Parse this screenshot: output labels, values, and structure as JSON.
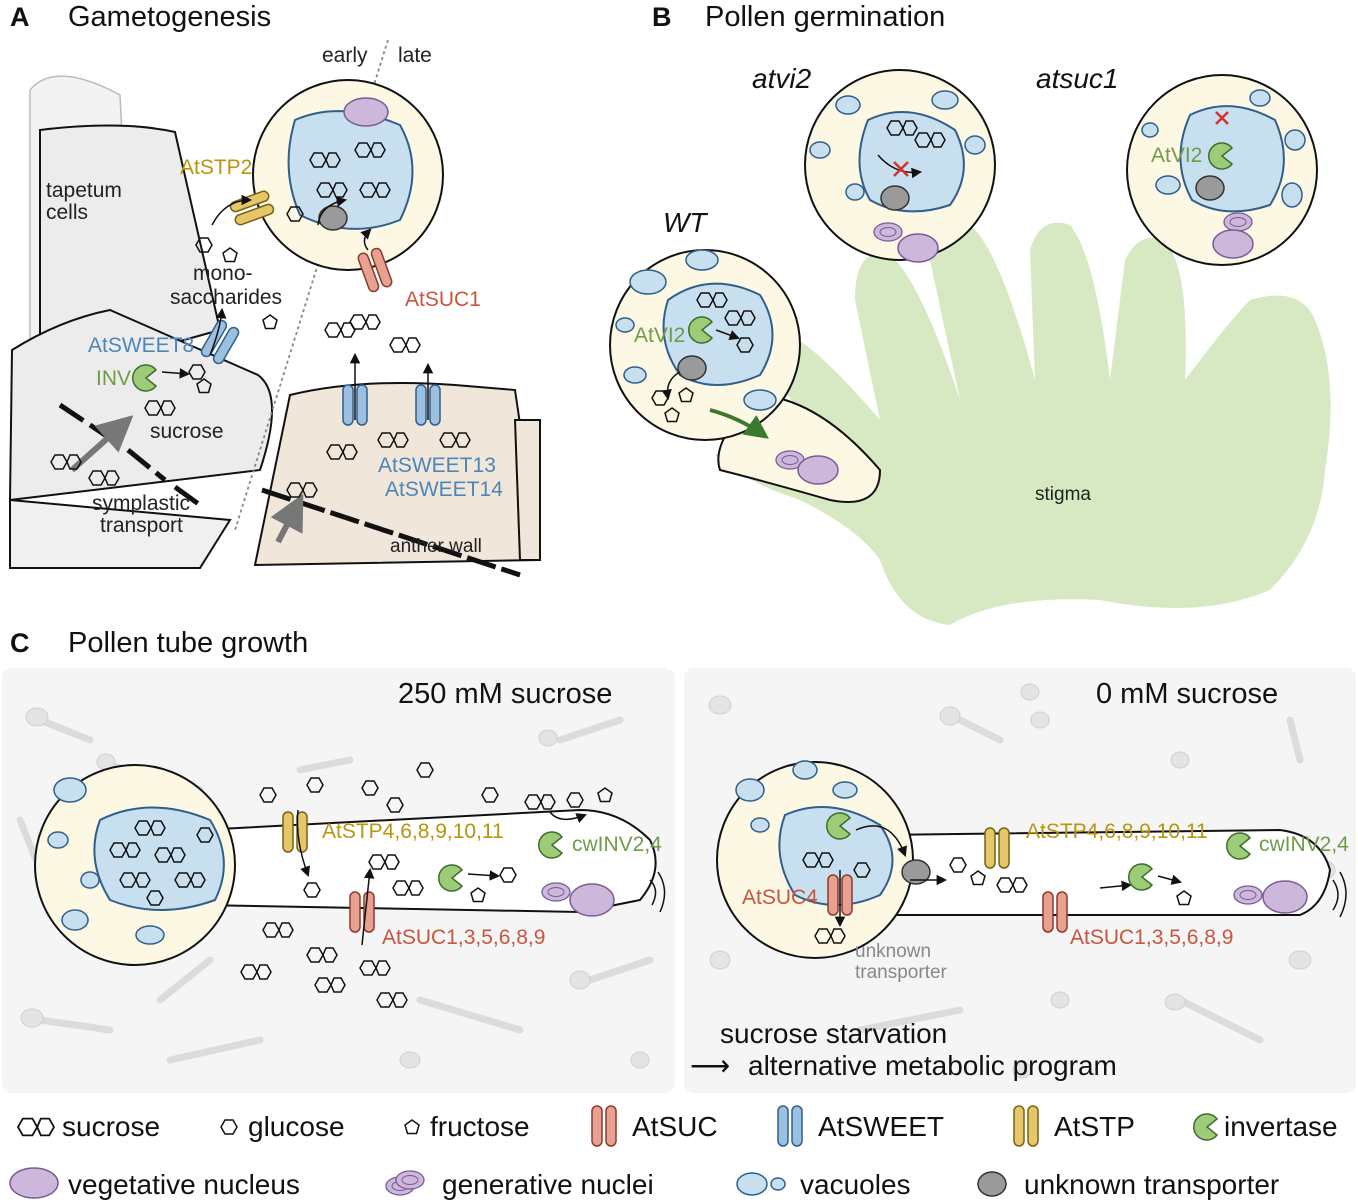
{
  "panel_a": {
    "letter": "A",
    "title": "Gametogenesis",
    "early": "early",
    "late": "late",
    "tapetum": [
      "tapetum",
      "cells"
    ],
    "stp2": "AtSTP2",
    "monosacch": [
      "mono-",
      "saccharides"
    ],
    "suc1": "AtSUC1",
    "sweet8": "AtSWEET8",
    "inv": "INV",
    "sucrose": "sucrose",
    "symplastic": [
      "symplastic",
      "transport"
    ],
    "sweet13": "AtSWEET13",
    "sweet14": "AtSWEET14",
    "anther": "anther wall"
  },
  "panel_b": {
    "letter": "B",
    "title": "Pollen germination",
    "atvi2_mut": "atvi2",
    "atsuc1_mut": "atsuc1",
    "wt": "WT",
    "atvi2_wt": "AtVI2",
    "atvi2_suc": "AtVI2",
    "stigma": "stigma"
  },
  "panel_c": {
    "letter": "C",
    "title": "Pollen tube growth",
    "left_cond": "250 mM sucrose",
    "right_cond": "0 mM sucrose",
    "stp_left": "AtSTP4,6,8,9,10,11",
    "stp_right": "AtSTP4,6,8,9,10,11",
    "cwinv_left": "cwINV2,4",
    "cwinv_right": "cwINV2,4",
    "suc_left": "AtSUC1,3,5,6,8,9",
    "suc_right": "AtSUC1,3,5,6,8,9",
    "suc4": "AtSUC4",
    "unknown": [
      "unknown",
      "transporter"
    ],
    "starvation": "sucrose starvation",
    "arrow": "⟶",
    "program": "alternative metabolic program"
  },
  "legend": {
    "sucrose": "sucrose",
    "glucose": "glucose",
    "fructose": "fructose",
    "atsuc": "AtSUC",
    "atsweet": "AtSWEET",
    "atstp": "AtSTP",
    "invertase": "invertase",
    "veg": "vegetative nucleus",
    "gen": "generative nuclei",
    "vac": "vacuoles",
    "unk": "unknown transporter"
  },
  "colors": {
    "suc": "#e8a090",
    "sweet": "#9cc0e0",
    "stp": "#e6c66a",
    "invertase": "#9ccc78",
    "nucleus": "#cdb8dc",
    "vacuole": "#c8dff0",
    "unknown": "#9a9a9a",
    "stigma": "#d6e9c2",
    "cytoplasm": "#fcf8e4"
  }
}
